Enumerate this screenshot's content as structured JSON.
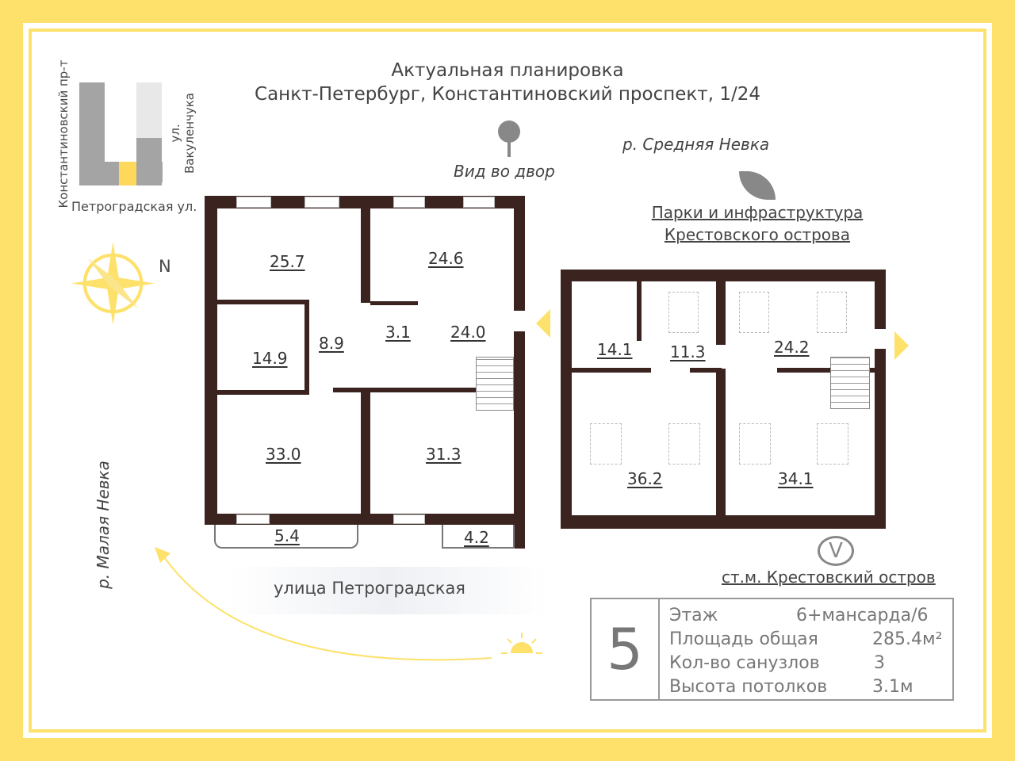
{
  "title": {
    "line1": "Актуальная планировка",
    "line2": "Санкт-Петербург, Константиновский проспект, 1/24"
  },
  "map_labels": {
    "street_left": "Константиновский пр-т",
    "street_right": "ул. Вакуленчука",
    "street_bottom": "Петроградская ул."
  },
  "orientation": {
    "north": "N"
  },
  "landmarks": {
    "yard_view": "Вид во двор",
    "river_middle": "р. Средняя Невка",
    "parks": "Парки и инфраструктура",
    "parks2": "Крестовского острова",
    "river_small": "р. Малая Невка",
    "street": "улица Петроградская",
    "metro": "ст.м. Крестовский остров"
  },
  "rooms_left": [
    "25.7",
    "24.6",
    "14.9",
    "8.9",
    "3.1",
    "24.0",
    "33.0",
    "31.3",
    "5.4",
    "4.2"
  ],
  "rooms_right": [
    "14.1",
    "11.3",
    "24.2",
    "36.2",
    "34.1"
  ],
  "info": {
    "floor_number": "5",
    "rows": [
      {
        "label": "Этаж",
        "value": "6+мансарда/6"
      },
      {
        "label": "Площадь общая",
        "value": "285.4м²"
      },
      {
        "label": "Кол-во санузлов",
        "value": "3"
      },
      {
        "label": "Высота потолков",
        "value": "3.1м"
      }
    ]
  },
  "colors": {
    "accent": "#fde16a",
    "wall": "#3b2420"
  }
}
